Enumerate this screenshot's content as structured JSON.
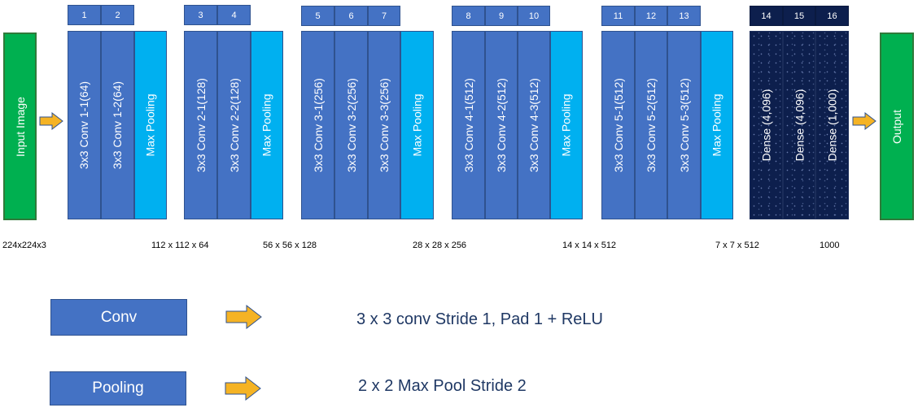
{
  "input_label": "Input Image",
  "output_label": "Output",
  "blocks": [
    {
      "numbers": [
        "1",
        "2"
      ],
      "layers": [
        "3x3 Conv 1-1(64)",
        "3x3 Conv 1-2(64)",
        "Max Pooling"
      ]
    },
    {
      "numbers": [
        "3",
        "4"
      ],
      "layers": [
        "3x3 Conv 2-1(128)",
        "3x3 Conv 2-2(128)",
        "Max Pooling"
      ]
    },
    {
      "numbers": [
        "5",
        "6",
        "7"
      ],
      "layers": [
        "3x3 Conv 3-1(256)",
        "3x3 Conv 3-2(256)",
        "3x3 Conv 3-3(256)",
        "Max Pooling"
      ]
    },
    {
      "numbers": [
        "8",
        "9",
        "10"
      ],
      "layers": [
        "3x3 Conv 4-1(512)",
        "3x3 Conv 4-2(512)",
        "3x3 Conv 4-3(512)",
        "Max Pooling"
      ]
    },
    {
      "numbers": [
        "11",
        "12",
        "13"
      ],
      "layers": [
        "3x3 Conv 5-1(512)",
        "3x3 Conv 5-2(512)",
        "3x3 Conv 5-3(512)",
        "Max Pooling"
      ]
    },
    {
      "numbers": [
        "14",
        "15",
        "16"
      ],
      "layers": [
        "Dense (4,096)",
        "Dense (4,096)",
        "Dense (1,000)"
      ]
    }
  ],
  "dimensions": [
    "224x224x3",
    "112 x 112 x 64",
    "56 x 56 x 128",
    "28 x 28 x 256",
    "14 x 14 x 512",
    "7 x 7 x 512",
    "1000"
  ],
  "legend": [
    {
      "box": "Conv",
      "description": "3 x 3 conv Stride 1, Pad 1 + ReLU"
    },
    {
      "box": "Pooling",
      "description": "2 x 2 Max Pool Stride 2"
    }
  ],
  "colors": {
    "conv": "#4472c4",
    "pool": "#00b0f0",
    "dense": "#0d1f4d",
    "io": "#00b050",
    "arrow": "#f5b324",
    "legend_text": "#1f3864"
  }
}
